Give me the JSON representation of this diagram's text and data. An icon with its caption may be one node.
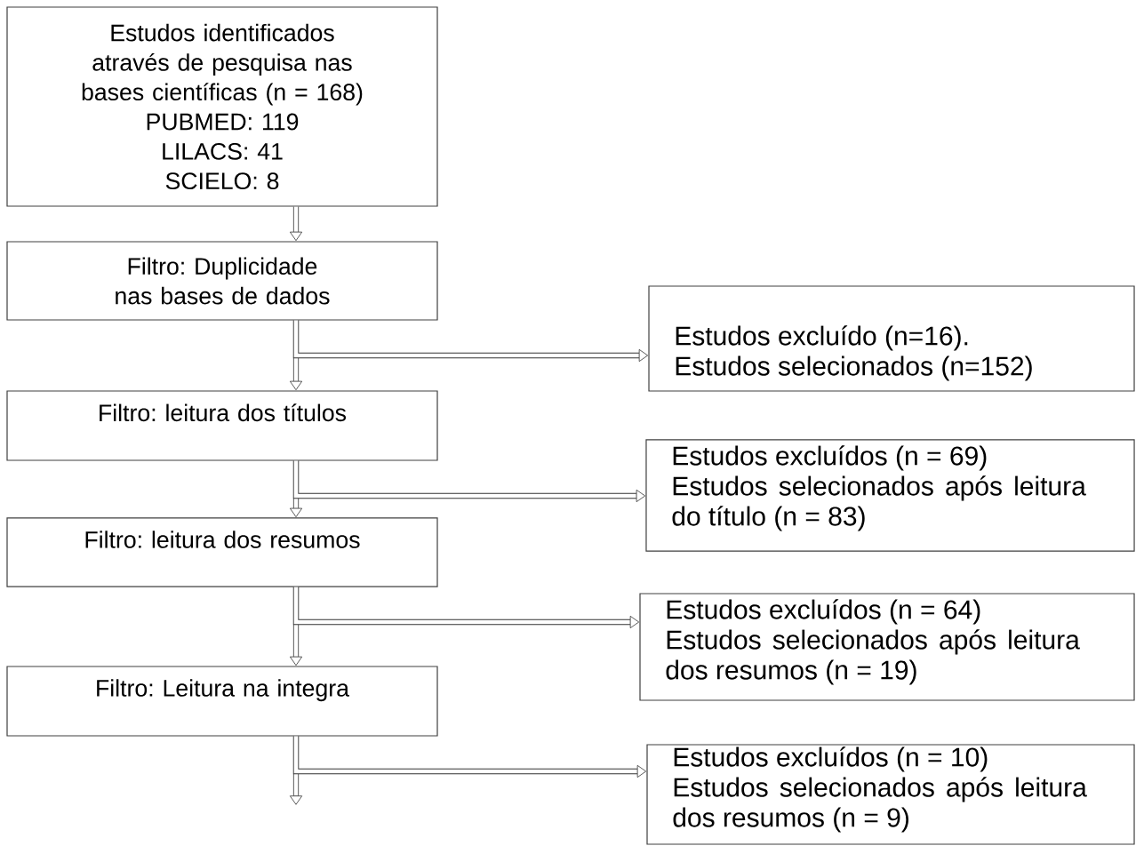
{
  "diagram": {
    "nodes": [
      {
        "text": [
          "Estudos identificados através de pesquisa nas bases científicas (n = 168)",
          "PUBMED: 119",
          "LILACS: 41",
          "SCIELO: 8"
        ]
      },
      {
        "text": [
          "Filtro: Duplicidade nas bases de dados"
        ]
      },
      {
        "text": [
          "Estudos excluído (n=16).",
          "Estudos selecionados (n=152)"
        ]
      },
      {
        "text": [
          "Filtro: leitura dos títulos"
        ]
      },
      {
        "text": [
          "Estudos excluídos (n = 69)",
          "Estudos selecionados após leitura do título (n = 83)"
        ]
      },
      {
        "text": [
          "Filtro: leitura dos resumos"
        ]
      },
      {
        "text": [
          "Estudos excluídos (n = 64)",
          "Estudos selecionados após leitura dos resumos (n = 19)"
        ]
      },
      {
        "text": [
          "Filtro: Leitura na integra"
        ]
      },
      {
        "text": [
          "Estudos excluídos (n = 10)",
          "Estudos selecionados após leitura dos resumos (n = 9)"
        ]
      }
    ],
    "edges": [
      {
        "from": 0,
        "to": 1,
        "arrow": "to"
      },
      {
        "from": 1,
        "to": 3,
        "arrow": "to"
      },
      {
        "from": 1,
        "to": 2,
        "arrow": "to"
      },
      {
        "from": 3,
        "to": 5,
        "arrow": "to"
      },
      {
        "from": 3,
        "to": 4,
        "arrow": "to"
      },
      {
        "from": 5,
        "to": 7,
        "arrow": "to"
      },
      {
        "from": 5,
        "to": 6,
        "arrow": "to"
      },
      {
        "from": 7,
        "to": null,
        "arrow": "to"
      },
      {
        "from": 7,
        "to": 8,
        "arrow": "to"
      }
    ]
  }
}
